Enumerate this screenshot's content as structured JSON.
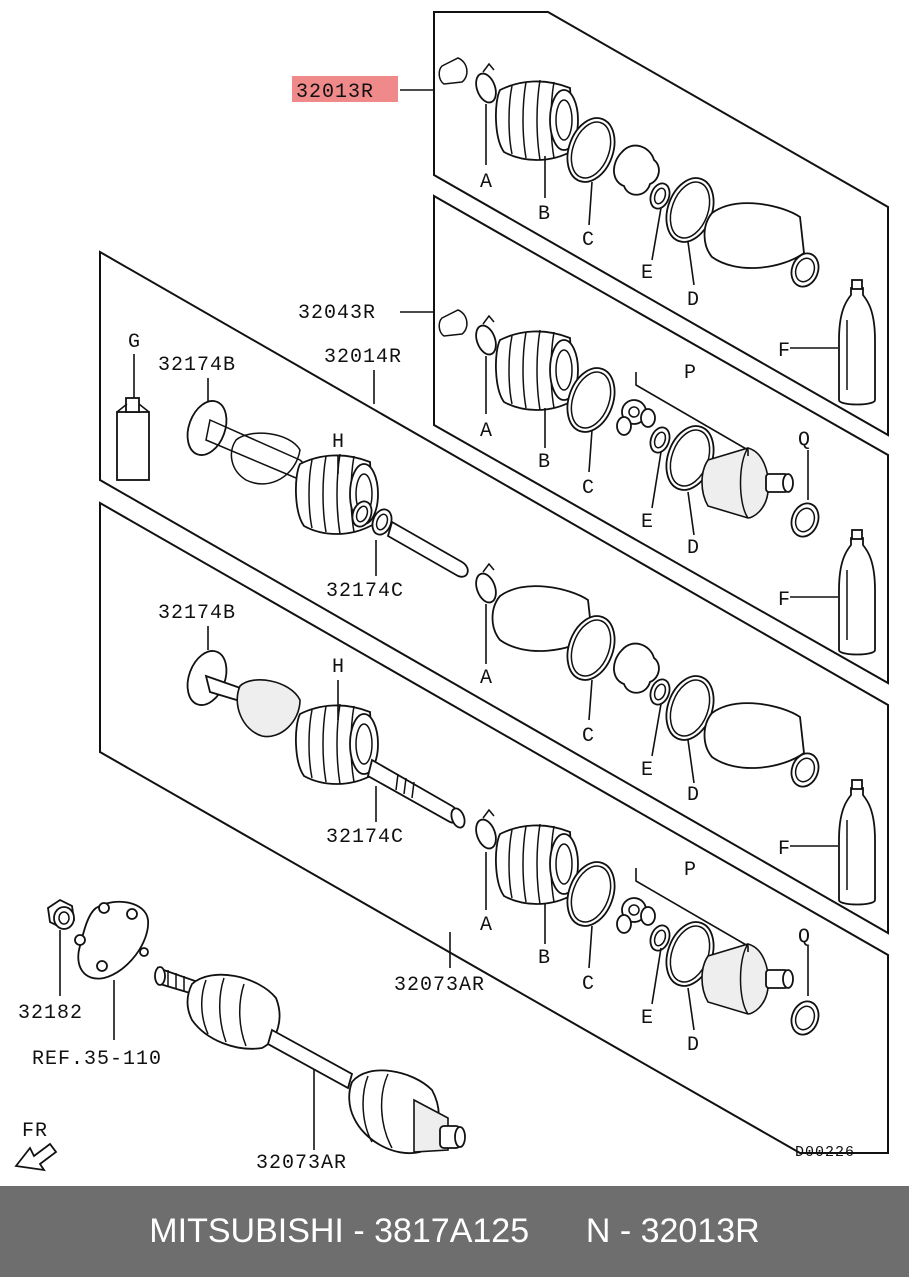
{
  "diagram": {
    "drawing_code": "D00226",
    "direction_label": "FR",
    "highlight_color": "#f08a8a",
    "part_numbers": {
      "boot_kit_outer": "32013R",
      "boot_kit_inner": "32043R",
      "shaft_assembly": "32014R",
      "band_outer": "32174B",
      "band_inner": "32174C",
      "band_outer_lower": "32174B",
      "band_inner_lower": "32174C",
      "drive_shaft_assembly": "32073AR",
      "drive_shaft_bottom": "32073AR",
      "hub_nut": "32182",
      "reference": "REF.35-110"
    },
    "letters": {
      "A": "A",
      "B": "B",
      "C": "C",
      "D": "D",
      "E": "E",
      "F": "F",
      "G": "G",
      "H": "H",
      "P": "P",
      "Q": "Q"
    }
  },
  "footer": {
    "brand_part": "MITSUBISHI - 3817A125",
    "catalog_ref": "N - 32013R"
  }
}
